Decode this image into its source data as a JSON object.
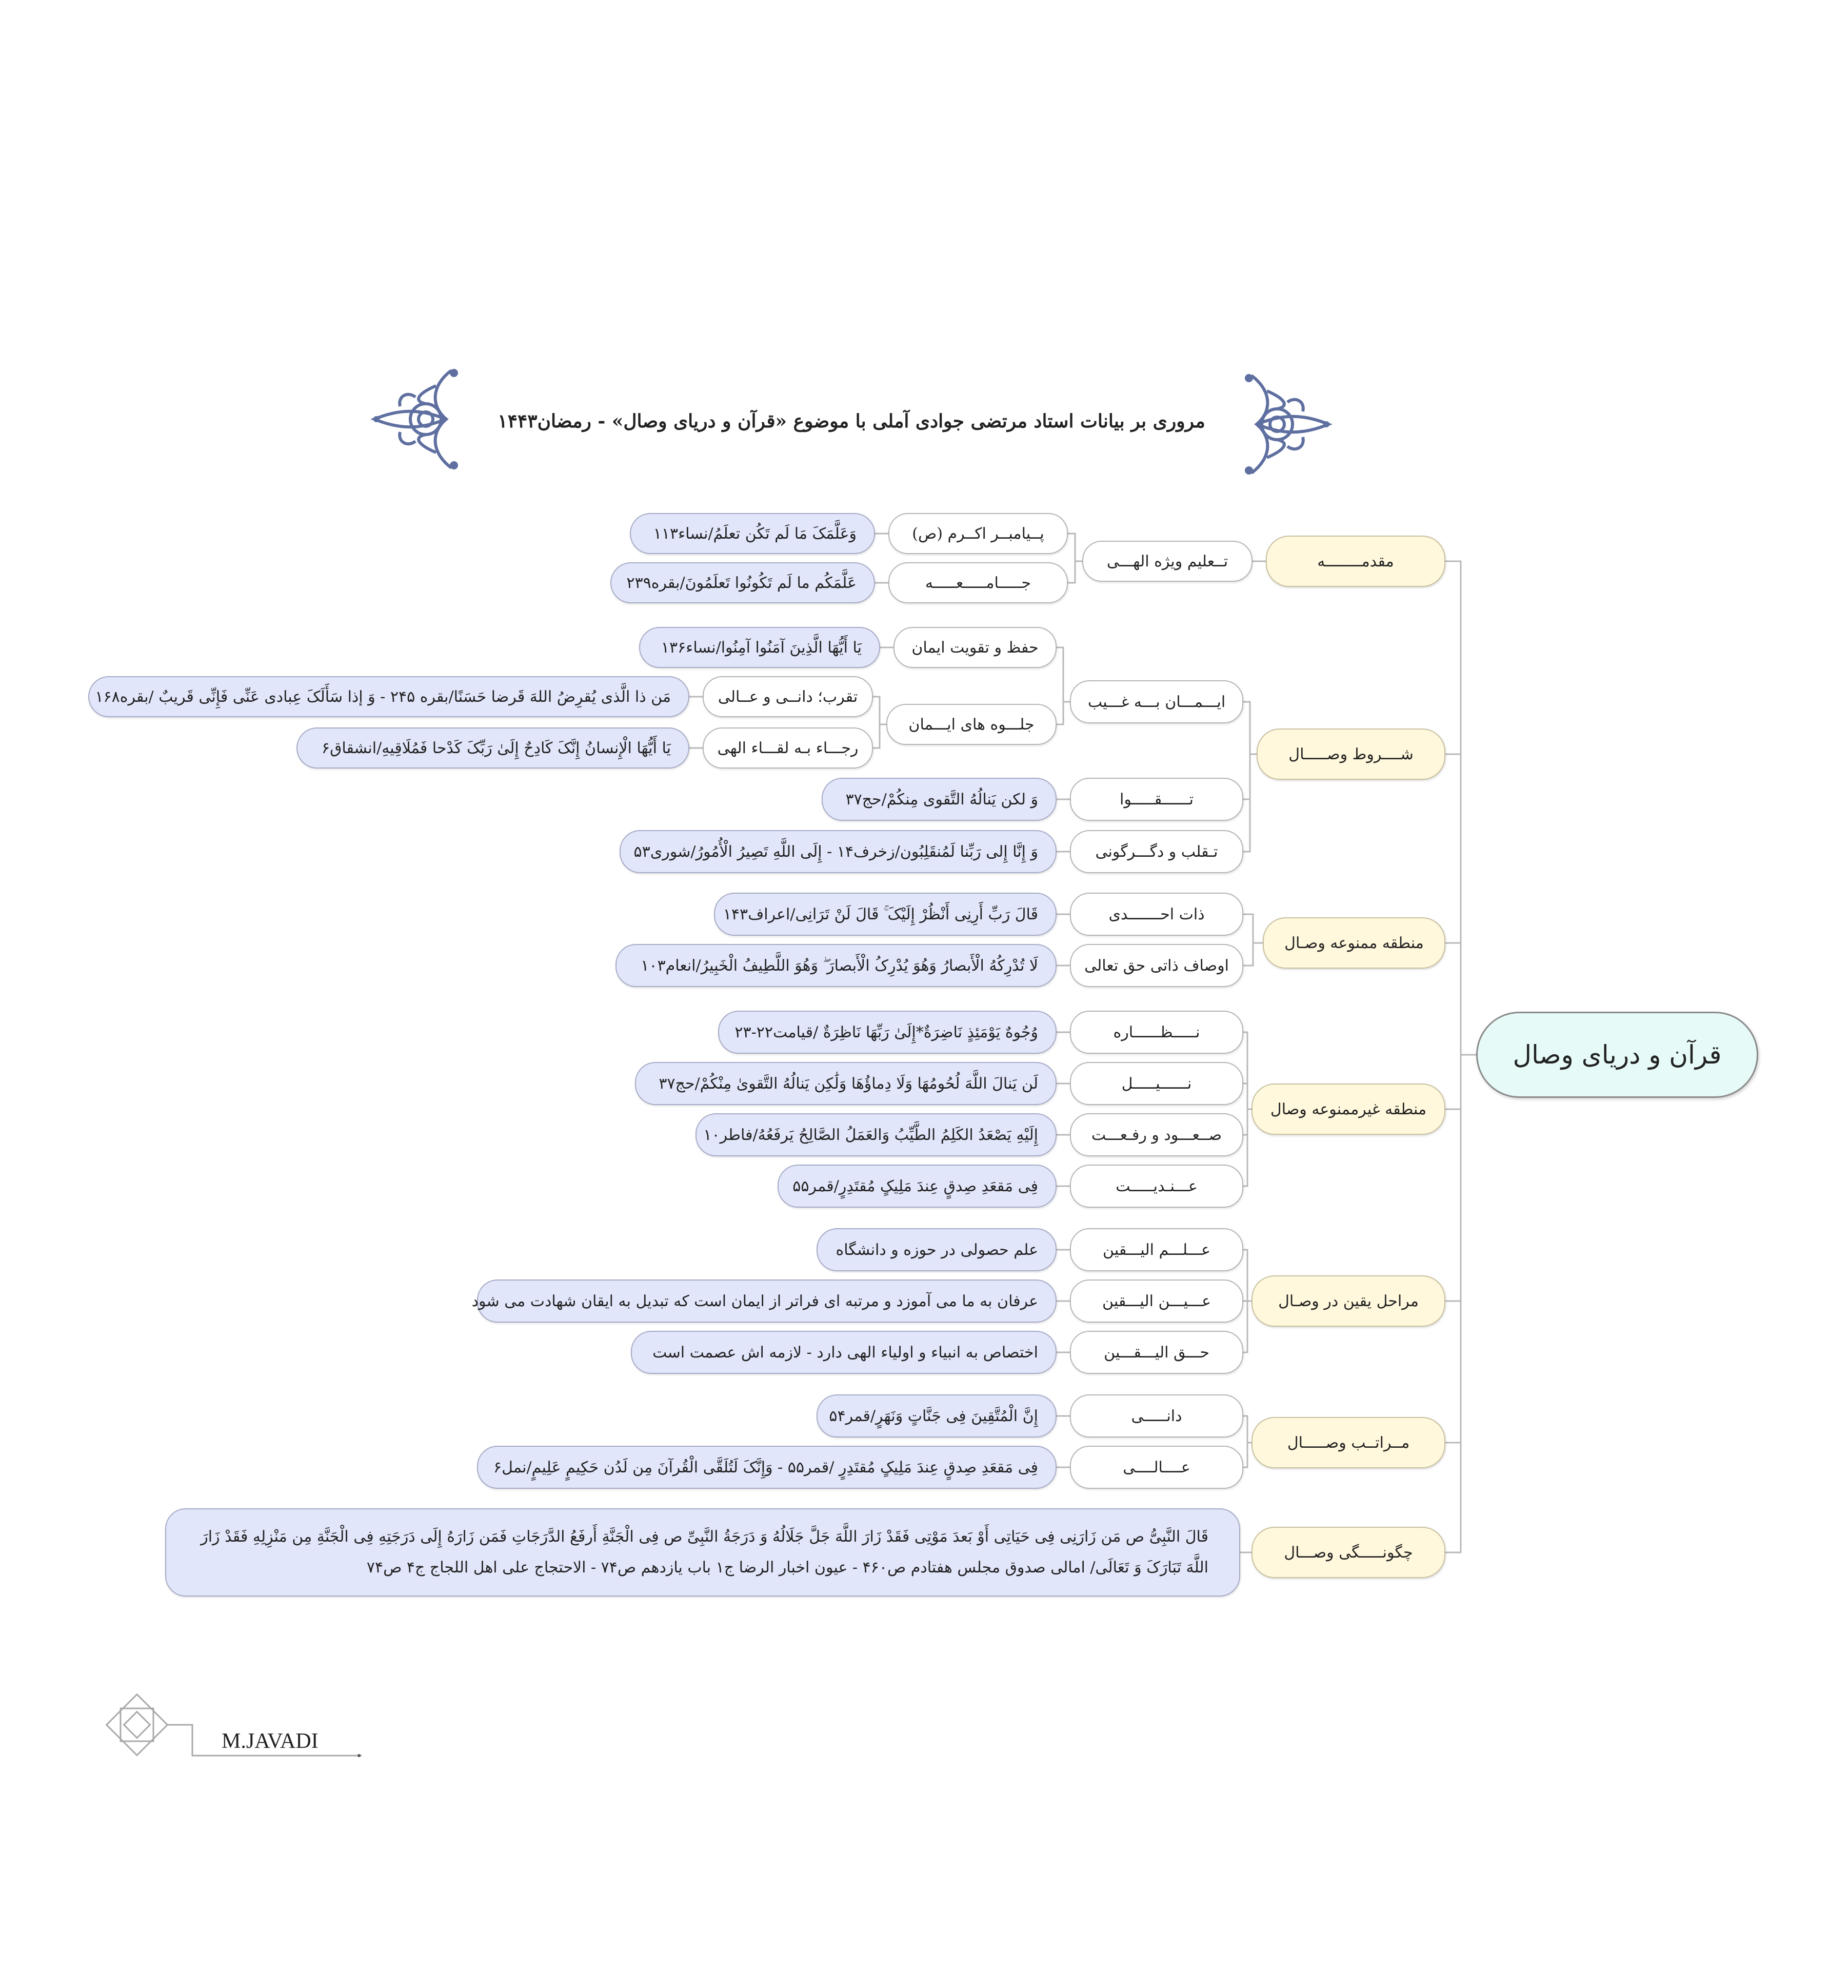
{
  "title": "مروری بر بیانات استاد مرتضی جوادی آملی با موضوع «قرآن و دریای وصال» - رمضان۱۴۴۳",
  "signature": "M.JAVADI",
  "root": "قرآن و دریای وصال",
  "colors": {
    "root_fill": "#e6fbf8",
    "main_fill": "#fff8dc",
    "leaf_fill": "#e2e6fb",
    "ornament": "#5e6fa0",
    "line": "#b8b8b8"
  },
  "branches": [
    {
      "label": "مقدمــــــــه",
      "children": [
        {
          "label": "تــعلیم ویژه الهـــی",
          "children": [
            {
              "label": "پــیامبــر اکــرم (ص)",
              "children": [
                {
                  "label": "وَعَلَّمَکَ مَا لَم تَکُن تعلَمُ/نساء۱۱۳"
                }
              ]
            },
            {
              "label": "جـــــامـــــعـــــه",
              "children": [
                {
                  "label": "عَلَّمَکُم ما لَم تَکُونُوا تَعلَمُونَ/بقره۲۳۹"
                }
              ]
            }
          ]
        }
      ]
    },
    {
      "label": "شــــروط وصـــــال",
      "children": [
        {
          "label": "ایـــمـــان بـــه غـــیب",
          "children": [
            {
              "label": "حفظ و تقویت ایمان",
              "children": [
                {
                  "label": "یَا أَیُّهَا الَّذِینَ آمَنُوا آمِنُوا/نساء۱۳۶"
                }
              ]
            },
            {
              "label": "جلـــوه های ایـــمان",
              "children": [
                {
                  "label": "تقرب؛ دانــی و عــالی",
                  "children": [
                    {
                      "label": "مَن ذا الَّذی یُقرِضُ اللهَ قَرضا حَسَنًا/بقره ۲۴۵ - وَ إذا سَأَلَکَ عِبادی عَنِّی فَإِنِّی قَریبٌ /بقره۱۶۸"
                    }
                  ]
                },
                {
                  "label": "رجـــاء بـه لقـــاء الهی",
                  "children": [
                    {
                      "label": "یَا أَیُّهَا الْإِنسانُ إِنَّکَ کَادِحٌ إِلَیٰ رَبِّکَ کَدْحا فَمُلَاقِیهِ/انشقاق۶"
                    }
                  ]
                }
              ]
            }
          ]
        },
        {
          "label": "تــــــقـــــوا",
          "children": [
            {
              "label": "وَ لکن یَنالُهُ التَّقوی مِنکُمْ/حج۳۷"
            }
          ]
        },
        {
          "label": "تـقلب و دگـــرگونی",
          "children": [
            {
              "label": "وَ إِنَّا إِلی رَبِّنا لَمُنقَلِبُون/زخرف۱۴ - إِلَی اللَّهِ تَصِیرُ الْأُمُورُ/شوری۵۳"
            }
          ]
        }
      ]
    },
    {
      "label": "منطقه ممنوعه وصـال",
      "children": [
        {
          "label": "ذات احـــــــدی",
          "children": [
            {
              "label": "قَالَ رَبِّ أَرِنِی أَنْظُرْ إِلَیْکَ ۚ قَالَ لَنْ تَرَانِی/اعراف۱۴۳"
            }
          ]
        },
        {
          "label": "اوصاف ذاتی حق تعالی",
          "children": [
            {
              "label": "لَا تُدْرِکُهُ الْأَبصارُ وَهُوَ یُدْرِکُ الْأَبصارَ ۖ وَهُوَ اللَّطِیفُ الْخَبِیرُ/انعام۱۰۳"
            }
          ]
        }
      ]
    },
    {
      "label": "منطقه غیرممنوعه وصال",
      "children": [
        {
          "label": "نـــــظــــــاره",
          "children": [
            {
              "label": "وُجُوهٌ یَوْمَئِذٍ نَاضِرَةٌ*إِلَیٰ رَبِّهَا نَاظِرَةٌ /قیامت۲۲-۲۳"
            }
          ]
        },
        {
          "label": "نــــــیـــــل",
          "children": [
            {
              "label": "لَن یَنالَ اللَّهَ لُحُومُهَا وَلَا دِماؤُهَا وَلَٰکِن یَنالُهُ التَّقوىٰ مِنْکُمْ/حج۳۷"
            }
          ]
        },
        {
          "label": "صــعـــود و رفـعـــت",
          "children": [
            {
              "label": "إِلَیْهِ یَصْعَدُ الکَلِمُ الطَّیِّبُ وَالعَمَلُ الصَّالِحُ یَرفَعُهُ/فاطر۱۰"
            }
          ]
        },
        {
          "label": "عـــنـدیـــــت",
          "children": [
            {
              "label": "فِی مَقعَدِ صِدقٍ عِندَ مَلِیکٍ مُقتَدِرٍ/قمر۵۵"
            }
          ]
        }
      ]
    },
    {
      "label": "مراحل یقین در وصـال",
      "children": [
        {
          "label": "عـــلـــم الیـــقین",
          "children": [
            {
              "label": "علم حصولی در حوزه و دانشگاه"
            }
          ]
        },
        {
          "label": "عـــیـــن الیـــقین",
          "children": [
            {
              "label": "عرفان به ما می آموزد و مرتبه ای فراتر از ایمان است که تبدیل به ایقان شهادت می شود"
            }
          ]
        },
        {
          "label": "حـــق الیـــقـــین",
          "children": [
            {
              "label": "اختصاص به انبیاء و اولیاء الهی دارد - لازمه اش عصمت است"
            }
          ]
        }
      ]
    },
    {
      "label": "مــراتــب وصـــــال",
      "children": [
        {
          "label": "دانـــــی",
          "children": [
            {
              "label": "إِنَّ الْمُتَّقِینَ فِی جَنَّاتٍ وَنَهَرٍ/قمر۵۴"
            }
          ]
        },
        {
          "label": "عــــالــــی",
          "children": [
            {
              "label": "فِی مَقعَدِ صِدقٍ عِندَ مَلِیکٍ مُقتَدِرٍ /قمر۵۵ - وَإِنَّکَ لَتُلَقَّى الْقُرآنَ مِن لَدُن حَکِیمٍ عَلِیمٍ/نمل۶"
            }
          ]
        }
      ]
    },
    {
      "label": "چگونـــــگی وصـــال",
      "children": [
        {
          "label": "قَالَ النَّبِیُّ ص مَن زَارَنِی فِی حَیَاتِی أَوْ بَعدَ مَوْتِی فَقَدْ زَارَ اللَّهَ جَلَّ جَلَالُهُ وَ دَرَجَةُ النَّبِیِّ ص فِی الْجَنَّةِ أَرفَعُ الدَّرَجَاتِ فَمَن زَارَهُ إِلَى دَرَجَتِهِ فِی الْجَنَّةِ مِن مَنْزِلِهِ فَقَدْ زَارَ",
          "label_line2": "اللَّهَ تَبَارَکَ وَ تَعَالَى/ امالی صدوق مجلس هفتادم ص۴۶۰ - عیون اخبار الرضا ج۱ باب یازدهم ص۷۴ - الاحتجاج علی اهل اللجاج ج۴ ص۷۴"
        }
      ]
    }
  ]
}
